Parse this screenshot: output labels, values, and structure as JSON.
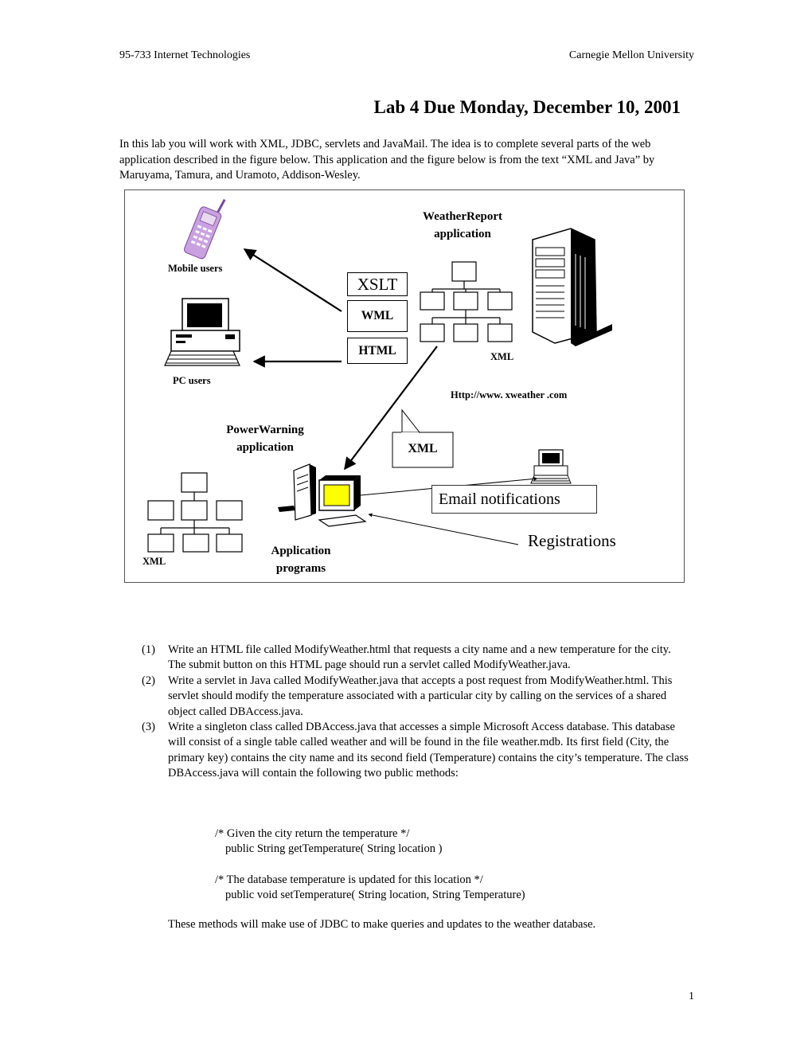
{
  "header": {
    "left": "95-733 Internet Technologies",
    "right": "Carnegie Mellon University"
  },
  "title": "Lab 4 Due Monday, December 10, 2001",
  "intro": "In this lab you will work with XML, JDBC, servlets and JavaMail. The idea is to complete several parts of the  web application described in the figure below. This application and the figure below is from the text “XML and Java” by Maruyama, Tamura, and Uramoto, Addison-Wesley.",
  "figure": {
    "weather_app_line1": "WeatherReport",
    "weather_app_line2": "application",
    "mobile_users": "Mobile users",
    "pc_users": "PC users",
    "xslt": "XSLT",
    "wml": "WML",
    "html": "HTML",
    "xml_tree_label": "XML",
    "url": "Http://www.  xweather  .com",
    "power_line1": "PowerWarning",
    "power_line2": "application",
    "xml_callout": "XML",
    "email_notifications": "Email notifications",
    "registrations": "Registrations",
    "app_programs_line1": "Application",
    "app_programs_line2": "programs",
    "xml_bottom_label": "XML",
    "icons": [
      "mobile-phone-icon",
      "pc-computer-icon",
      "server-tower-icon",
      "desktop-computer-icon",
      "small-pc-icon"
    ],
    "colors": {
      "phone": "#c9a0e0",
      "monitor_screen": "#ffff00"
    }
  },
  "steps": [
    {
      "num": "(1)",
      "text": "Write an HTML file called ModifyWeather.html that requests a city name and a new temperature for the city. The submit button on this HTML page should run a servlet called ModifyWeather.java."
    },
    {
      "num": "(2)",
      "text": "Write a servlet in Java called ModifyWeather.java that accepts a post request from ModifyWeather.html. This servlet should modify the temperature associated with a particular city by calling on the services of a shared object called DBAccess.java."
    },
    {
      "num": "(3)",
      "text": "Write a singleton class called DBAccess.java that accesses a simple Microsoft Access database. This database will consist of a single table called weather and will be found in the file weather.mdb. Its first field (City, the primary key) contains the city name and its second field (Temperature) contains the city’s temperature.  The class DBAccess.java will contain the following two public methods:"
    }
  ],
  "code": {
    "comment1": "/* Given the city return the temperature */",
    "sig1": "public String getTemperature( String location )",
    "comment2": "/* The database temperature is updated for this location */",
    "sig2": "public void setTemperature( String location, String Temperature)"
  },
  "closing": "These methods will make use of JDBC to make queries and updates to the weather database.",
  "page_number": "1"
}
